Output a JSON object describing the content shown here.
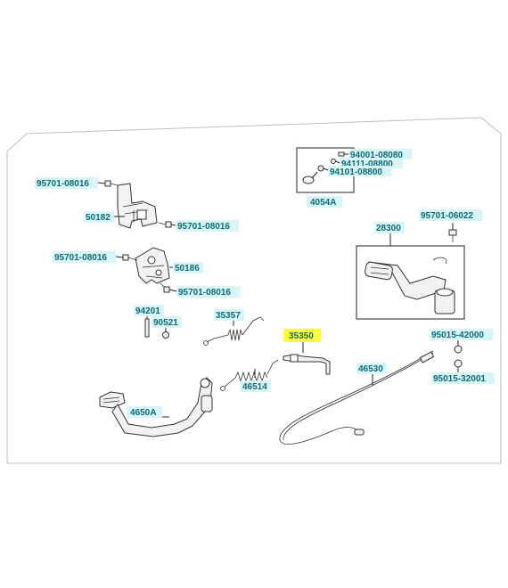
{
  "labels": {
    "l_95701_08016_a": "95701-08016",
    "l_50182": "50182",
    "l_95701_08016_b": "95701-08016",
    "l_95701_08016_c": "95701-08016",
    "l_50186": "50186",
    "l_95701_08016_d": "95701-08016",
    "l_94001_08080": "94001-08080",
    "l_94111_08800": "94111-08800",
    "l_94101_08800": "94101-08800",
    "l_4054A": "4054A",
    "l_28300": "28300",
    "l_95701_06022": "95701-06022",
    "l_94201": "94201",
    "l_90521": "90521",
    "l_35357": "35357",
    "l_35350": "35350",
    "l_46514": "46514",
    "l_46530": "46530",
    "l_95015_42000": "95015-42000",
    "l_95015_32001": "95015-32001",
    "l_4650A": "4650A"
  },
  "highlighted_part": "35350",
  "colors": {
    "label_text": "#0f6a74",
    "label_background": "#d8f6f8",
    "highlight_background": "#ffff33",
    "line": "#222222"
  }
}
